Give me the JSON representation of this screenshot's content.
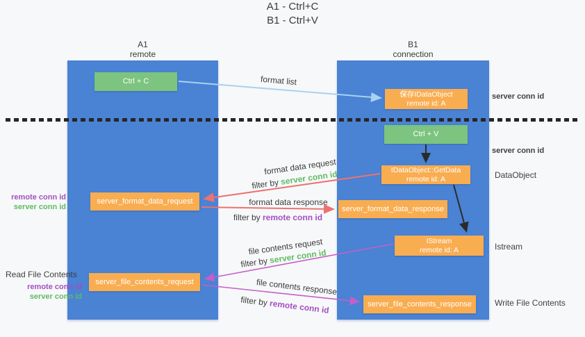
{
  "title": {
    "line1": "A1 - Ctrl+C",
    "line2": "B1 - Ctrl+V"
  },
  "lanes": {
    "left": {
      "name": "A1",
      "role": "remote"
    },
    "right": {
      "name": "B1",
      "role": "connection"
    }
  },
  "nodes": {
    "ctrl_c": "Ctrl + C",
    "ctrl_v": "Ctrl + V",
    "save_idataobject": {
      "line1": "保存IDataObject",
      "line2": "remote id: A"
    },
    "getdata": {
      "line1": "IDataObject::GetData",
      "line2": "remote id: A"
    },
    "istream": {
      "line1": "IStream",
      "line2": "remote id: A"
    },
    "server_format_data_request": "server_format_data_request",
    "server_format_data_response": "server_format_data_response",
    "server_file_contents_request": "server_file_contents_request",
    "server_file_contents_response": "server_file_contents_response"
  },
  "flow_labels": {
    "format_list": "format list",
    "format_data_request": "format data request",
    "format_data_response": "format data response",
    "file_contents_request": "file contents request",
    "file_contents_response": "file contents response",
    "filter_by": "filter by",
    "server_conn_id": "server conn id",
    "remote_conn_id": "remote conn id"
  },
  "side_labels": {
    "server_conn_id_top": "server conn id",
    "server_conn_id_mid": "server conn id",
    "dataobject": "DataObject",
    "istream": "Istream",
    "write_file_contents": "Write File Contents",
    "read_file_contents": "Read File Contents",
    "remote_conn_id": "remote conn id",
    "server_conn_id": "server conn id"
  },
  "colors": {
    "lane_blue": "#4a82d4",
    "node_orange": "#f9ad51",
    "node_green": "#7cc47f",
    "conn_id_green": "#5fbb63",
    "conn_id_purple": "#a44fc0",
    "arrow_salmon": "#ec7272",
    "arrow_magenta": "#c45fc8",
    "arrow_light_blue": "#a8d2f0",
    "arrow_black": "#2b2b2b",
    "divider_black": "#262626"
  }
}
